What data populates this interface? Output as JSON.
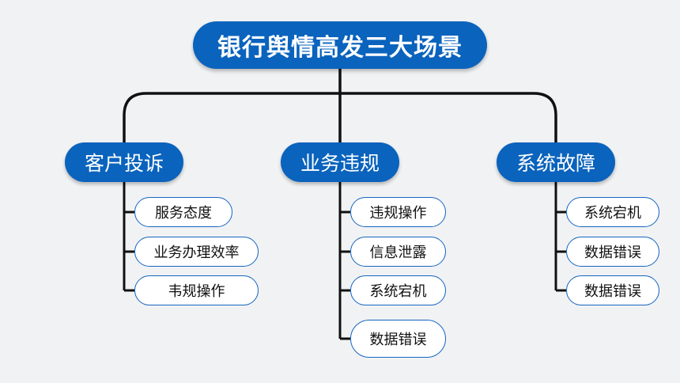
{
  "diagram": {
    "root": "银行舆情高发三大场景",
    "categories": [
      {
        "label": "客户投诉",
        "items": [
          "服务态度",
          "业务办理效率",
          "韦规操作"
        ]
      },
      {
        "label": "业务违规",
        "items": [
          "违规操作",
          "信息泄露",
          "系统宕机",
          "数据错误"
        ]
      },
      {
        "label": "系统故障",
        "items": [
          "系统宕机",
          "数据错误",
          "数据错误"
        ]
      }
    ],
    "colors": {
      "accent": "#0a63bd",
      "leaf_border": "#1565c0",
      "connector": "#111111",
      "background": "#f1f2f4"
    }
  }
}
